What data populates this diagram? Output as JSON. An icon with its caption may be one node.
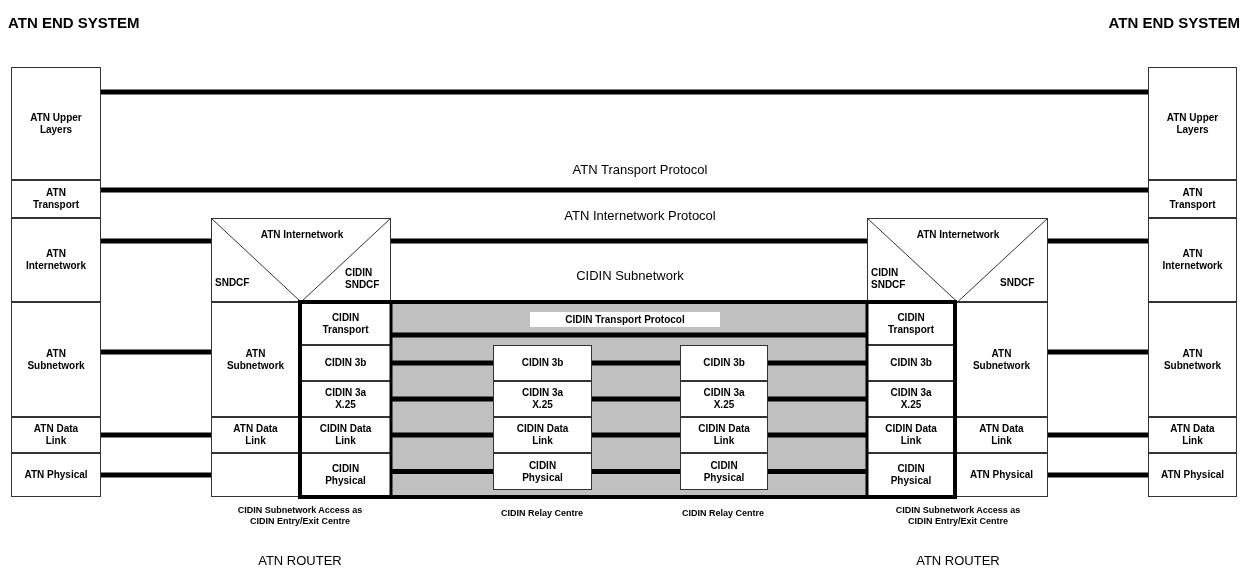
{
  "diagram": {
    "nodes": [
      {
        "text": [
          "ATN Upper Layers"
        ]
      },
      {
        "text": [
          "ATN Transport"
        ]
      },
      {
        "text": [
          "ATN Internetwork"
        ]
      },
      {
        "text": [
          "ATN Subnetwork"
        ]
      },
      {
        "text": [
          "ATN Data Link"
        ]
      },
      {
        "text": [
          "ATN Physical"
        ]
      },
      {
        "text": [
          "ATN Internetwork",
          "SNDCF",
          "CIDIN SNDCF"
        ]
      },
      {
        "text": [
          "ATN Subnetwork"
        ]
      },
      {
        "text": [
          "ATN Data Link"
        ]
      },
      {
        "text": [],
        "shape": "box"
      },
      {
        "text": [
          "CIDIN Transport"
        ]
      },
      {
        "text": [
          "CIDIN 3b"
        ]
      },
      {
        "text": [
          "CIDIN 3a X.25"
        ]
      },
      {
        "text": [
          "CIDIN Data Link"
        ]
      },
      {
        "text": [
          "CIDIN Physical"
        ]
      },
      {
        "text": [],
        "shape": "box"
      },
      {
        "text": [
          "CIDIN 3b"
        ],
        "in": 15
      },
      {
        "text": [
          "CIDIN 3a X.25"
        ],
        "in": 15
      },
      {
        "text": [
          "CIDIN Data Link"
        ],
        "in": 15
      },
      {
        "text": [
          "CIDIN Physical"
        ],
        "in": 15
      },
      {
        "text": [
          "CIDIN 3b"
        ],
        "in": 15
      },
      {
        "text": [
          "CIDIN 3a X.25"
        ],
        "in": 15
      },
      {
        "text": [
          "CIDIN Data Link"
        ],
        "in": 15
      },
      {
        "text": [
          "CIDIN Physical"
        ],
        "in": 15
      },
      {
        "text": [
          "ATN Internetwork",
          "CIDIN SNDCF",
          "SNDCF"
        ]
      },
      {
        "text": [
          "CIDIN Transport"
        ]
      },
      {
        "text": [
          "CIDIN 3b"
        ]
      },
      {
        "text": [
          "CIDIN 3a X.25"
        ]
      },
      {
        "text": [
          "CIDIN Data Link"
        ]
      },
      {
        "text": [
          "CIDIN Physical"
        ]
      },
      {
        "text": [
          "ATN Subnetwork"
        ]
      },
      {
        "text": [
          "ATN Data Link"
        ]
      },
      {
        "text": [
          "ATN Physical"
        ]
      },
      {
        "text": [
          "ATN Upper Layers"
        ]
      },
      {
        "text": [
          "ATN Transport"
        ]
      },
      {
        "text": [
          "ATN Internetwork"
        ]
      },
      {
        "text": [
          "ATN Subnetwork"
        ]
      },
      {
        "text": [
          "ATN Data Link"
        ]
      },
      {
        "text": [
          "ATN Physical"
        ]
      }
    ],
    "edges": [
      {
        "from": 0,
        "to": 33,
        "arrow": "none"
      },
      {
        "from": 1,
        "to": 34,
        "arrow": "none",
        "label": "ATN Transport Protocol"
      },
      {
        "from": 2,
        "to": 6,
        "arrow": "none"
      },
      {
        "from": 6,
        "to": 24,
        "arrow": "none",
        "label": "ATN Internetwork Protocol"
      },
      {
        "from": 24,
        "to": 35,
        "arrow": "none"
      },
      {
        "from": 3,
        "to": 7,
        "arrow": "none"
      },
      {
        "from": 30,
        "to": 36,
        "arrow": "none"
      },
      {
        "from": 4,
        "to": 8,
        "arrow": "none"
      },
      {
        "from": 31,
        "to": 37,
        "arrow": "none"
      },
      {
        "from": 5,
        "to": 9,
        "arrow": "none"
      },
      {
        "from": 32,
        "to": 38,
        "arrow": "none"
      },
      {
        "from": 10,
        "to": 25,
        "arrow": "none",
        "label": "CIDIN Transport Protocol"
      },
      {
        "from": 11,
        "to": 16,
        "arrow": "none"
      },
      {
        "from": 16,
        "to": 20,
        "arrow": "none"
      },
      {
        "from": 20,
        "to": 26,
        "arrow": "none"
      },
      {
        "from": 12,
        "to": 17,
        "arrow": "none"
      },
      {
        "from": 17,
        "to": 21,
        "arrow": "none"
      },
      {
        "from": 21,
        "to": 27,
        "arrow": "none"
      },
      {
        "from": 13,
        "to": 18,
        "arrow": "none"
      },
      {
        "from": 18,
        "to": 22,
        "arrow": "none"
      },
      {
        "from": 22,
        "to": 28,
        "arrow": "none"
      },
      {
        "from": 14,
        "to": 19,
        "arrow": "none"
      },
      {
        "from": 19,
        "to": 23,
        "arrow": "none"
      },
      {
        "from": 23,
        "to": 29,
        "arrow": "none"
      }
    ],
    "labels": [
      "ATN END SYSTEM",
      "ATN END SYSTEM",
      "CIDIN Subnetwork",
      "CIDIN Subnetwork Access as CIDIN Entry/Exit Centre",
      "CIDIN Relay Centre",
      "CIDIN Relay Centre",
      "CIDIN Subnetwork Access as CIDIN Entry/Exit Centre",
      "ATN ROUTER",
      "ATN ROUTER"
    ]
  }
}
